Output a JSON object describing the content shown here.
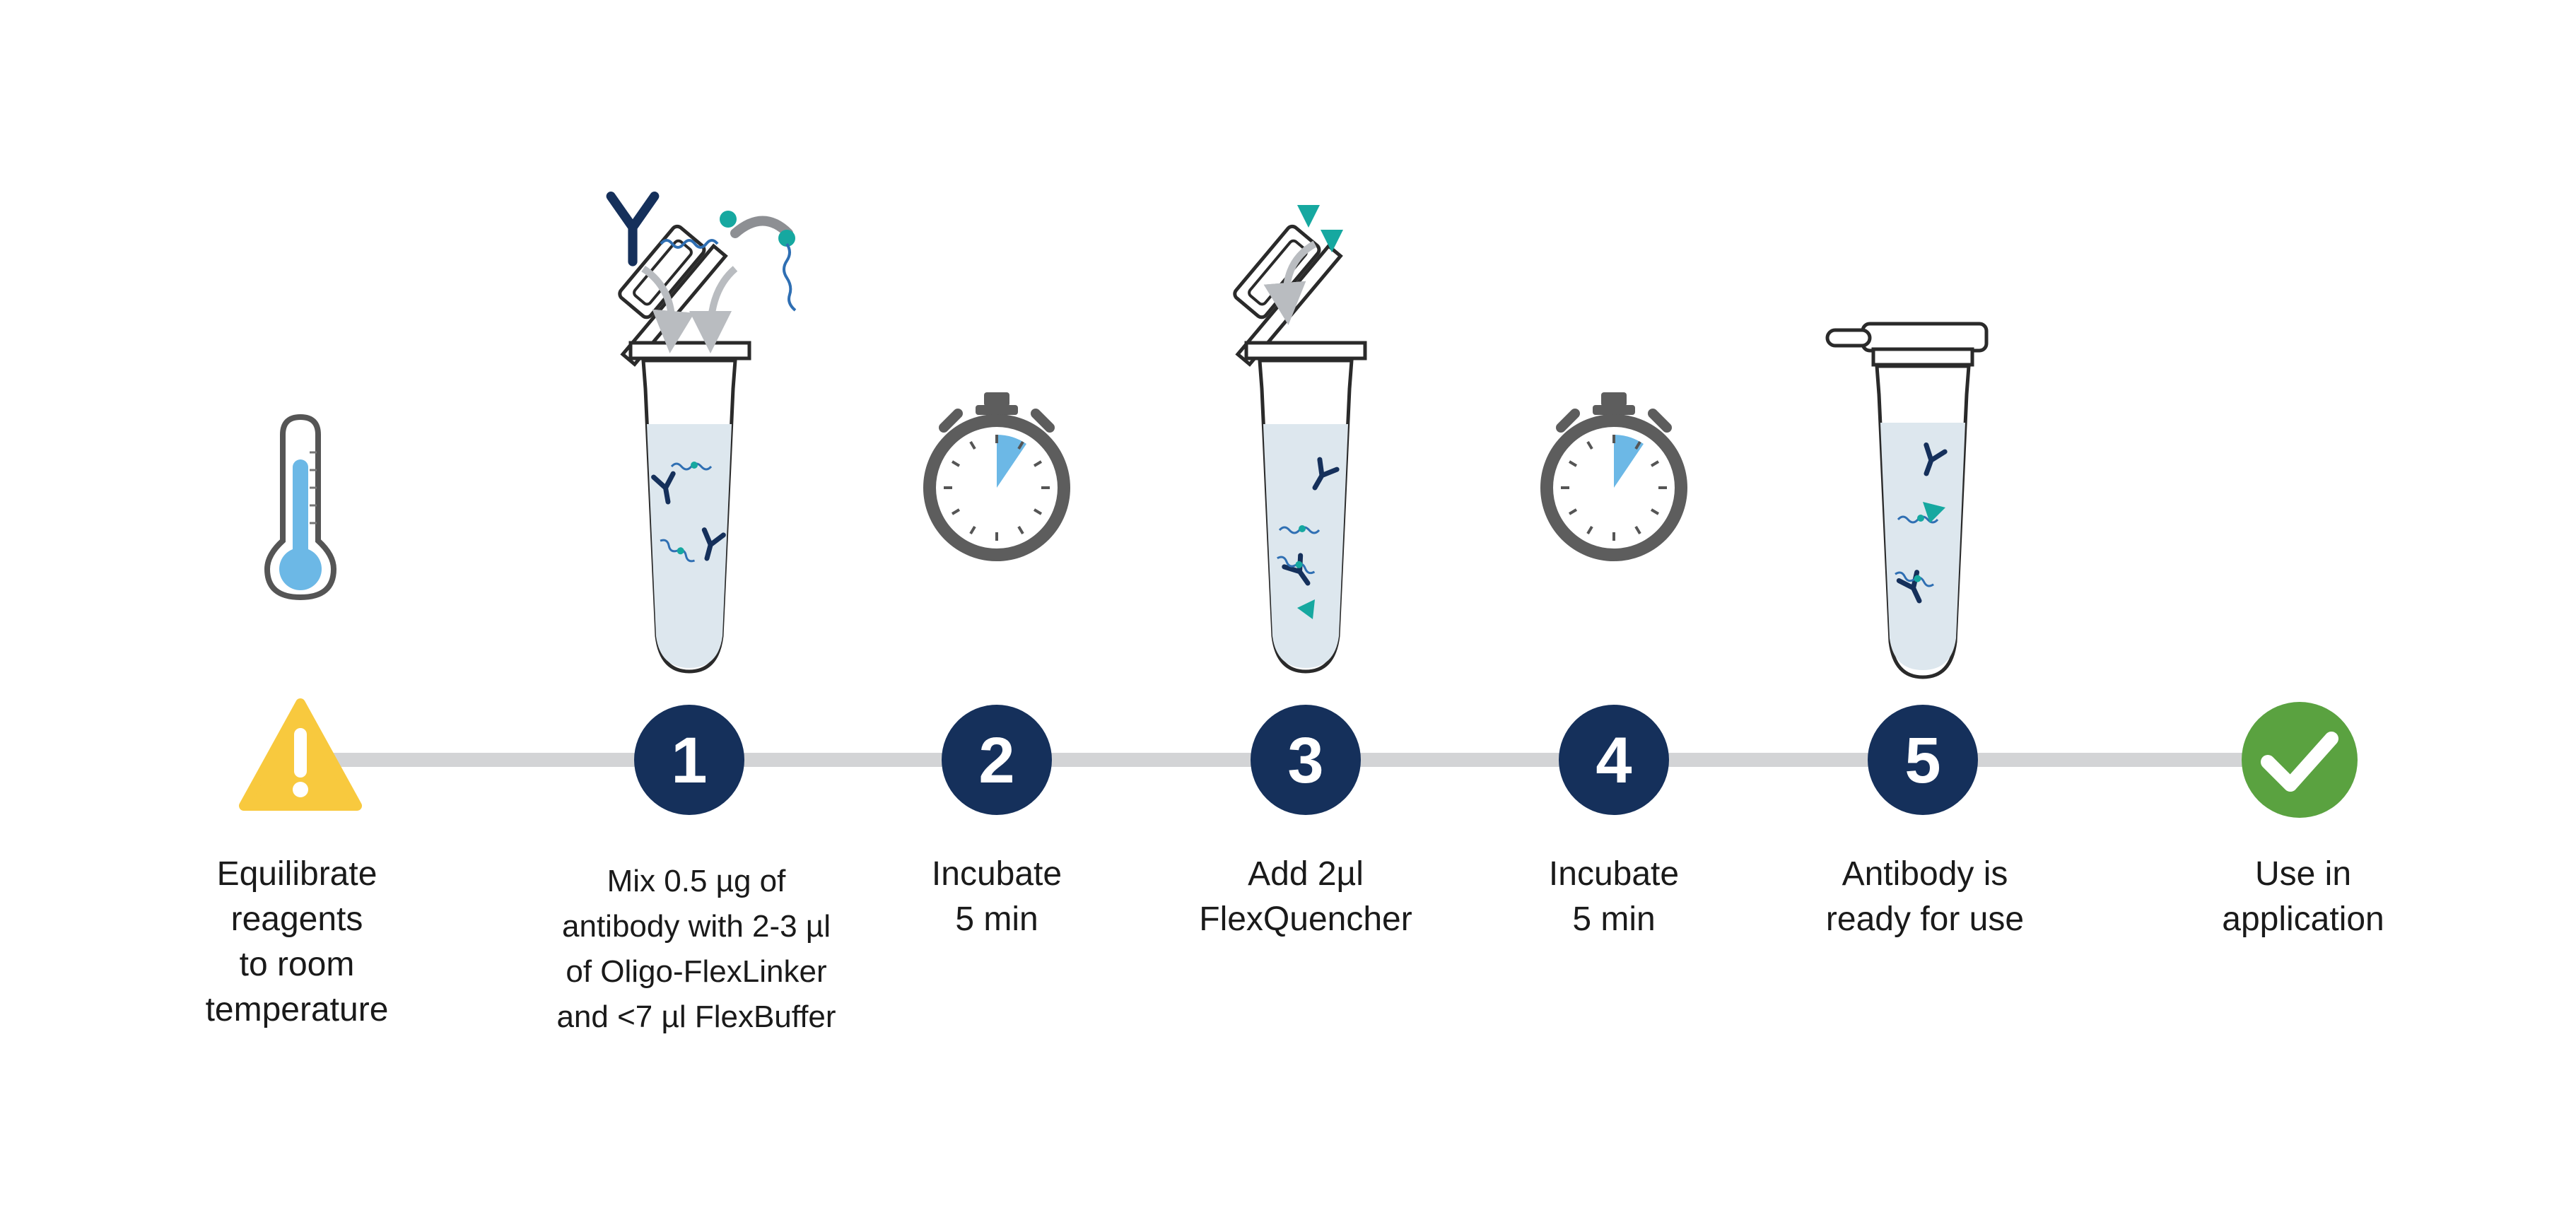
{
  "colors": {
    "navy": "#15305b",
    "timeline": "#d3d4d6",
    "warning": "#f8c93e",
    "success": "#5aa240",
    "thermo_blue": "#6cb8e6",
    "tube_liquid": "#dde7ee",
    "timer_gray": "#5d5d5d",
    "teal": "#16a8a0",
    "arrow_gray": "#b9bcc0"
  },
  "steps": [
    {
      "marker": "warning-icon",
      "label_lines": [
        "Equilibrate",
        "reagents",
        "to room",
        "temperature"
      ]
    },
    {
      "marker": "1",
      "label_lines": [
        "Mix 0.5 µg of",
        "antibody with 2-3 µl",
        "of Oligo-FlexLinker",
        "and <7 µl FlexBuffer"
      ]
    },
    {
      "marker": "2",
      "label_lines": [
        "Incubate",
        "5 min"
      ]
    },
    {
      "marker": "3",
      "label_lines": [
        "Add 2µl",
        "FlexQuencher"
      ]
    },
    {
      "marker": "4",
      "label_lines": [
        "Incubate",
        "5 min"
      ]
    },
    {
      "marker": "5",
      "label_lines": [
        "Antibody is",
        "ready for use"
      ]
    },
    {
      "marker": "checkmark-icon",
      "label_lines": [
        "Use in",
        "application"
      ]
    }
  ]
}
